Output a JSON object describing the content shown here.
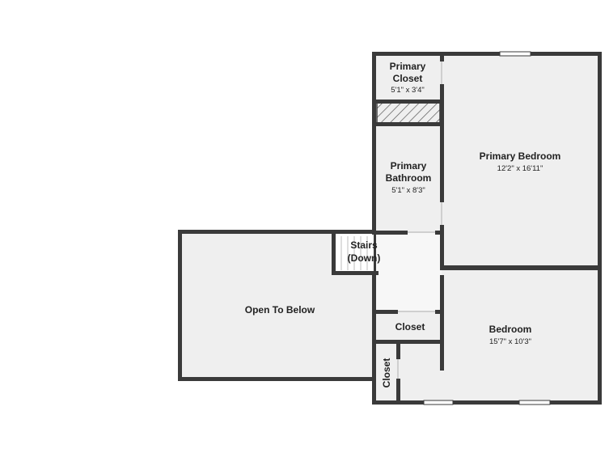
{
  "floorplan": {
    "colors": {
      "wall": "#3a3a3a",
      "floor": "#efefef",
      "window": "#ffffff",
      "hatch": "#555555"
    },
    "rooms": {
      "primary_closet": {
        "name_line1": "Primary",
        "name_line2": "Closet",
        "dims": "5'1\" x 3'4\""
      },
      "primary_bedroom": {
        "name": "Primary Bedroom",
        "dims": "12'2\" x 16'11\""
      },
      "primary_bathroom": {
        "name_line1": "Primary",
        "name_line2": "Bathroom",
        "dims": "5'1\" x 8'3\""
      },
      "stairs": {
        "name_line1": "Stairs",
        "name_line2": "(Down)"
      },
      "open_to_below": {
        "name": "Open To Below"
      },
      "closet_hall": {
        "name": "Closet"
      },
      "bedroom": {
        "name": "Bedroom",
        "dims": "15'7\" x 10'3\""
      },
      "closet_side": {
        "name": "Closet"
      }
    }
  }
}
